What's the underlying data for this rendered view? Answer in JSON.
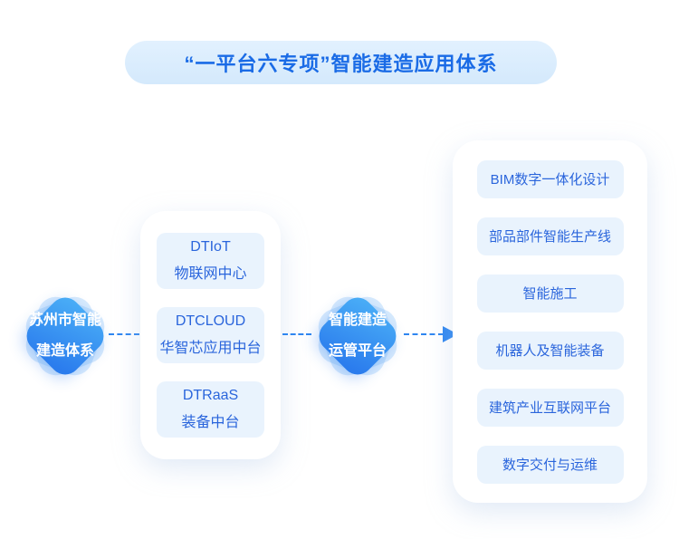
{
  "title": "“一平台六专项”智能建造应用体系",
  "left_node": {
    "line1": "苏州市智能",
    "line2": "建造体系"
  },
  "middle_node": {
    "line1": "智能建造",
    "line2": "运管平台"
  },
  "platform_card": {
    "items": [
      {
        "line1": "DTIoT",
        "line2": "物联网中心"
      },
      {
        "line1": "DTCLOUD",
        "line2": "华智芯应用中台"
      },
      {
        "line1": "DTRaaS",
        "line2": "装备中台"
      }
    ]
  },
  "specials_card": {
    "items": [
      "BIM数字一体化设计",
      "部品部件智能生产线",
      "智能施工",
      "机器人及智能装备",
      "建筑产业互联网平台",
      "数字交付与运维"
    ]
  },
  "colors": {
    "accent_blue": "#2e86f0",
    "title_blue": "#1a6be6",
    "chip_text_blue": "#2a65dc",
    "node_gradient_start": "#4bb0f7",
    "node_gradient_end": "#2b7ced",
    "pill_bg": "#d9edfd",
    "chip_bg": "#e9f3fd"
  }
}
